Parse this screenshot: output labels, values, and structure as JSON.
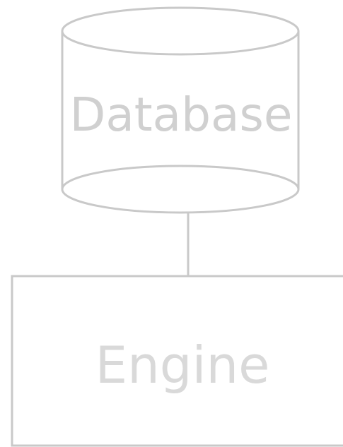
{
  "diagram": {
    "nodes": [
      {
        "id": "database",
        "shape": "cylinder",
        "label": "Database"
      },
      {
        "id": "engine",
        "shape": "rectangle",
        "label": "Engine"
      }
    ],
    "edges": [
      {
        "from": "database",
        "to": "engine"
      }
    ],
    "colors": {
      "stroke": "#c9c9c9",
      "database_text": "#d0d0d0",
      "engine_text": "#d9d9d9",
      "background": "#ffffff"
    }
  }
}
